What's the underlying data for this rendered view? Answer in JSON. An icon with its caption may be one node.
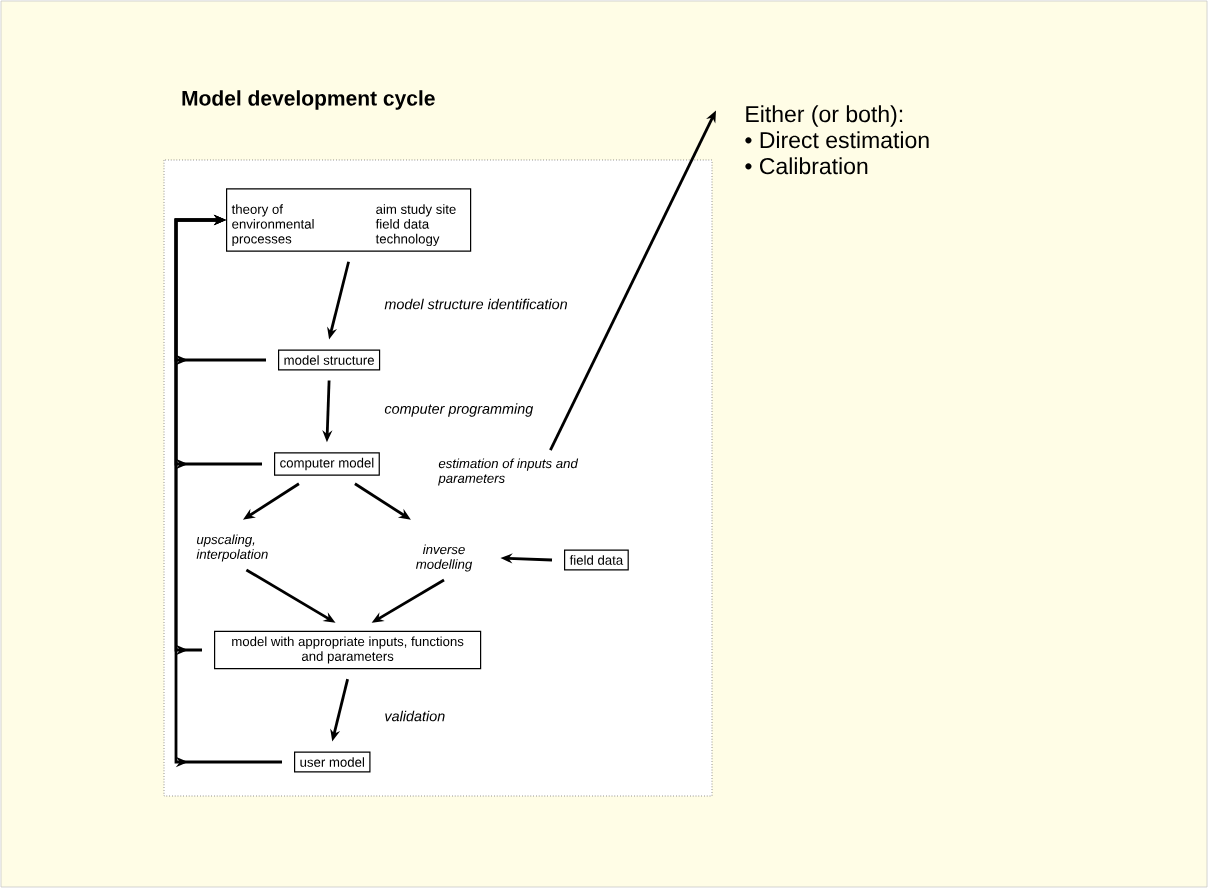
{
  "diagram": {
    "title": "Model development cycle",
    "nodes": [
      {
        "text": [
          "theory of environmental processes",
          "aim study site field data technology"
        ]
      },
      {
        "text": [
          "model structure"
        ]
      },
      {
        "text": [
          "computer model"
        ]
      },
      {
        "text": [
          "upscaling, interpolation"
        ]
      },
      {
        "text": [
          "inverse modelling"
        ]
      },
      {
        "text": [
          "field data"
        ]
      },
      {
        "text": [
          "model with appropriate inputs, functions and parameters"
        ]
      },
      {
        "text": [
          "user model"
        ]
      },
      {
        "text": [
          "Either (or both):",
          "• Direct estimation",
          "• Calibration"
        ]
      },
      {
        "text": [
          "estimation of inputs and parameters"
        ]
      }
    ],
    "edges": [
      {
        "from": 0,
        "to": 1,
        "arrow": "to",
        "label": "model structure identification"
      },
      {
        "from": 1,
        "to": 2,
        "arrow": "to",
        "label": "computer programming"
      },
      {
        "from": 2,
        "to": 3,
        "arrow": "to"
      },
      {
        "from": 2,
        "to": 4,
        "arrow": "to"
      },
      {
        "from": 3,
        "to": 6,
        "arrow": "to"
      },
      {
        "from": 4,
        "to": 6,
        "arrow": "to"
      },
      {
        "from": 5,
        "to": 4,
        "arrow": "to"
      },
      {
        "from": 6,
        "to": 7,
        "arrow": "to",
        "label": "validation"
      },
      {
        "from": 1,
        "to": 0,
        "arrow": "to"
      },
      {
        "from": 2,
        "to": 0,
        "arrow": "to"
      },
      {
        "from": 6,
        "to": 0,
        "arrow": "to"
      },
      {
        "from": 7,
        "to": 0,
        "arrow": "to"
      },
      {
        "from": 9,
        "to": 8,
        "arrow": "to"
      }
    ]
  }
}
